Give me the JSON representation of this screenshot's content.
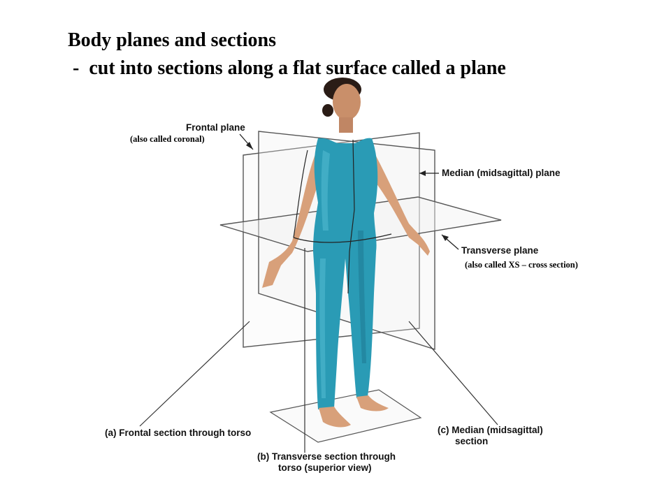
{
  "title": {
    "line1": "Body planes and sections",
    "line2": " -  cut into sections along a flat surface called a plane"
  },
  "labels": {
    "frontal_plane": "Frontal plane",
    "frontal_note": "(also called coronal)",
    "median_plane": "Median (midsagittal) plane",
    "transverse_plane": "Transverse plane",
    "transverse_note": "(also called XS – cross section)",
    "section_a": "(a)  Frontal section through torso",
    "section_b_line1": "(b)  Transverse section through",
    "section_b_line2": "torso (superior view)",
    "section_c_line1": "(c)  Median (midsagittal)",
    "section_c_line2": "section"
  },
  "colors": {
    "suit": "#2a9bb5",
    "suit_dark": "#1c7690",
    "skin": "#d8a07a",
    "hair": "#2a1c16",
    "plane_line": "#555555"
  }
}
